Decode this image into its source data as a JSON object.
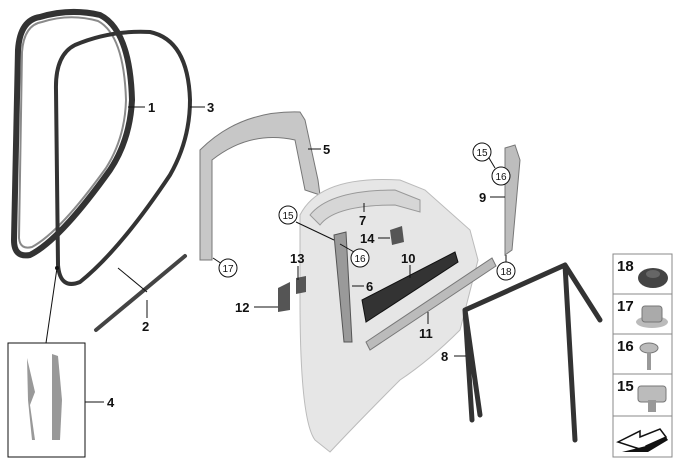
{
  "labels": {
    "p1": "1",
    "p2": "2",
    "p3": "3",
    "p4": "4",
    "p5": "5",
    "p6": "6",
    "p7": "7",
    "p8": "8",
    "p9": "9",
    "p10": "10",
    "p11": "11",
    "p12": "12",
    "p13": "13",
    "p14": "14"
  },
  "circled": {
    "c15a": "15",
    "c16a": "16",
    "c17": "17",
    "c15b": "15",
    "c16b": "16",
    "c18": "18"
  },
  "legend": [
    {
      "number": "18",
      "part": "grommet"
    },
    {
      "number": "17",
      "part": "clip-nut"
    },
    {
      "number": "16",
      "part": "screw"
    },
    {
      "number": "15",
      "part": "expanding-nut"
    }
  ]
}
